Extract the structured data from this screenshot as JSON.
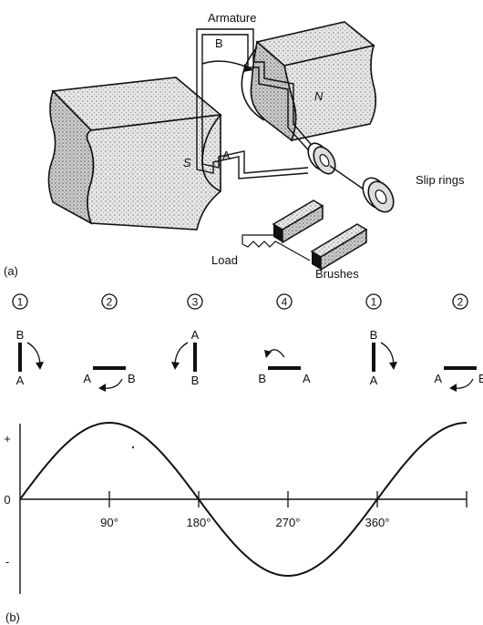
{
  "part_a": {
    "panel_label": "(a)",
    "armature": "Armature",
    "coil_end_b": "B",
    "coil_end_a": "A",
    "pole_n": "N",
    "pole_s": "S",
    "slip_rings": "Slip rings",
    "load": "Load",
    "brushes": "Brushes"
  },
  "part_b": {
    "panel_label": "(b)",
    "positions": [
      {
        "number": "1",
        "orientation": "vertical",
        "top": "B",
        "bottom": "A",
        "left": "",
        "right": "",
        "arrow": "cw-right"
      },
      {
        "number": "2",
        "orientation": "horizontal",
        "top": "",
        "bottom": "",
        "left": "A",
        "right": "B",
        "arrow": "below-left"
      },
      {
        "number": "3",
        "orientation": "vertical",
        "top": "A",
        "bottom": "B",
        "left": "",
        "right": "",
        "arrow": "ccw-left"
      },
      {
        "number": "4",
        "orientation": "horizontal",
        "top": "",
        "bottom": "",
        "left": "B",
        "right": "A",
        "arrow": "above-left"
      },
      {
        "number": "1",
        "orientation": "vertical",
        "top": "B",
        "bottom": "A",
        "left": "",
        "right": "",
        "arrow": "cw-right"
      },
      {
        "number": "2",
        "orientation": "horizontal",
        "top": "",
        "bottom": "",
        "left": "A",
        "right": "B",
        "arrow": "below-left"
      }
    ]
  },
  "chart_data": {
    "type": "line",
    "title": "",
    "xlabel": "",
    "ylabel": "",
    "xlim": [
      0,
      450
    ],
    "ylim": [
      -1,
      1
    ],
    "x_ticks": [
      0,
      90,
      180,
      270,
      360
    ],
    "x_tick_labels": [
      "90°",
      "180°",
      "270°",
      "360°"
    ],
    "y_tick_labels": [
      "+",
      "0",
      "-"
    ],
    "grid": false,
    "series": [
      {
        "function": "sine",
        "x_start": 0,
        "x_end": 450,
        "amplitude": 1
      }
    ]
  }
}
